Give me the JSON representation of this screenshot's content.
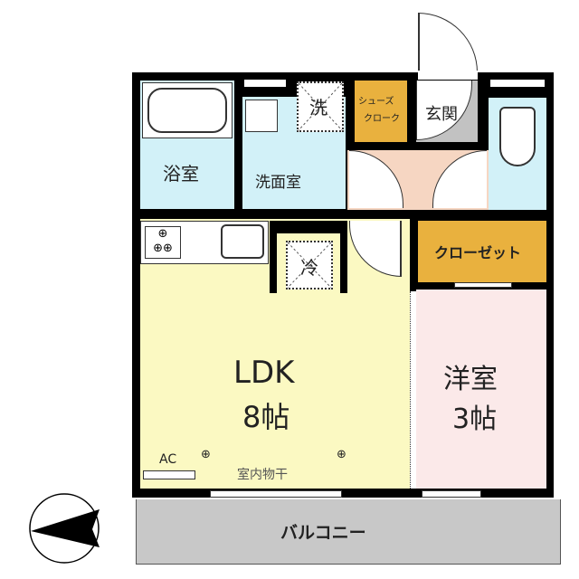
{
  "rooms": {
    "bath": "浴室",
    "washroom": "洗面室",
    "washer": "洗",
    "shoe_closet_line1": "シューズ",
    "shoe_closet_line2": "クローク",
    "entrance": "玄関",
    "closet": "クローゼット",
    "fridge": "冷",
    "ldk_name": "LDK",
    "ldk_size": "8帖",
    "western_name": "洋室",
    "western_size": "3帖",
    "balcony": "バルコニー"
  },
  "labels": {
    "ac": "AC",
    "indoor_drying": "室内物干"
  },
  "colors": {
    "wet_area": "#d2f1f8",
    "storage": "#e9b13e",
    "ldk": "#fbf9c2",
    "western": "#fbe9e9",
    "hall": "#f6d6c2",
    "entrance": "#c2c2c2",
    "balcony": "#c8c8c8"
  }
}
